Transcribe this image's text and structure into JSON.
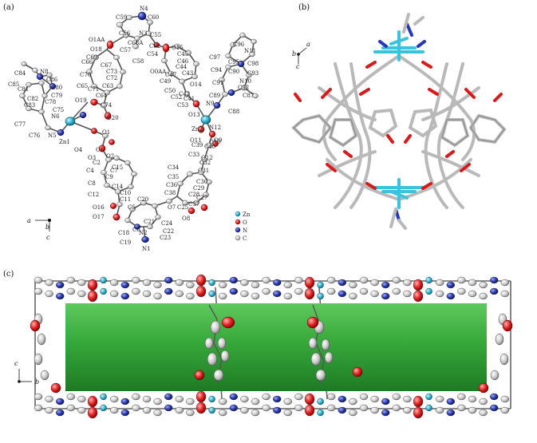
{
  "panels": {
    "a": {
      "label": "(a)"
    },
    "b": {
      "label": "(b)"
    },
    "c": {
      "label": "(c)"
    }
  },
  "legend": [
    {
      "symbol": "Zn",
      "color": "#2fb3d0"
    },
    {
      "symbol": "O",
      "color": "#d42020"
    },
    {
      "symbol": "N",
      "color": "#2233aa"
    },
    {
      "symbol": "C",
      "color": "#b8b8b8"
    }
  ],
  "axes": {
    "a": {
      "x": "a",
      "y1": "b",
      "y2": "c"
    },
    "b": {
      "x": "a",
      "y1": "b",
      "y2": "c"
    },
    "c": {
      "x": "b",
      "y": "c"
    }
  },
  "atom_labels": [
    "C59",
    "N4",
    "C60",
    "N3",
    "C55",
    "C56",
    "C68A",
    "O1AA",
    "O18",
    "C57",
    "C62",
    "O15",
    "C45",
    "C54",
    "C46",
    "O0AA",
    "C66",
    "C69",
    "C58",
    "C47",
    "C43",
    "C44",
    "C67",
    "C49",
    "O14",
    "C73",
    "C42",
    "C50",
    "C72",
    "C52",
    "C41",
    "C70",
    "C65",
    "C63",
    "C71",
    "C53",
    "C64",
    "C74",
    "O13",
    "O19",
    "O20",
    "N8",
    "C84",
    "C86",
    "C85",
    "C80",
    "C81",
    "C79",
    "C82",
    "C78",
    "C75",
    "C83",
    "N6",
    "N5",
    "C77",
    "C76",
    "Zn1",
    "O1",
    "O4",
    "C1",
    "O3",
    "O2",
    "C2",
    "C4",
    "C7",
    "C15",
    "C9",
    "C8",
    "C14",
    "C10",
    "C12",
    "C11",
    "O16",
    "O17",
    "C20",
    "C5",
    "C21",
    "C6",
    "C18",
    "N2",
    "C19",
    "N1",
    "C23",
    "C24",
    "C22",
    "O7",
    "O8",
    "C25",
    "C37",
    "C38",
    "C27",
    "C28",
    "C29",
    "C34",
    "C35",
    "C30",
    "C36",
    "C31",
    "C33",
    "C32",
    "O12",
    "C40",
    "C39",
    "O11",
    "O10",
    "O9",
    "Zn2",
    "N12",
    "C97",
    "C96",
    "N11",
    "C95",
    "C98",
    "C94",
    "C90",
    "C93",
    "C91",
    "N10",
    "C92",
    "C89",
    "C87",
    "N9",
    "C88"
  ]
}
